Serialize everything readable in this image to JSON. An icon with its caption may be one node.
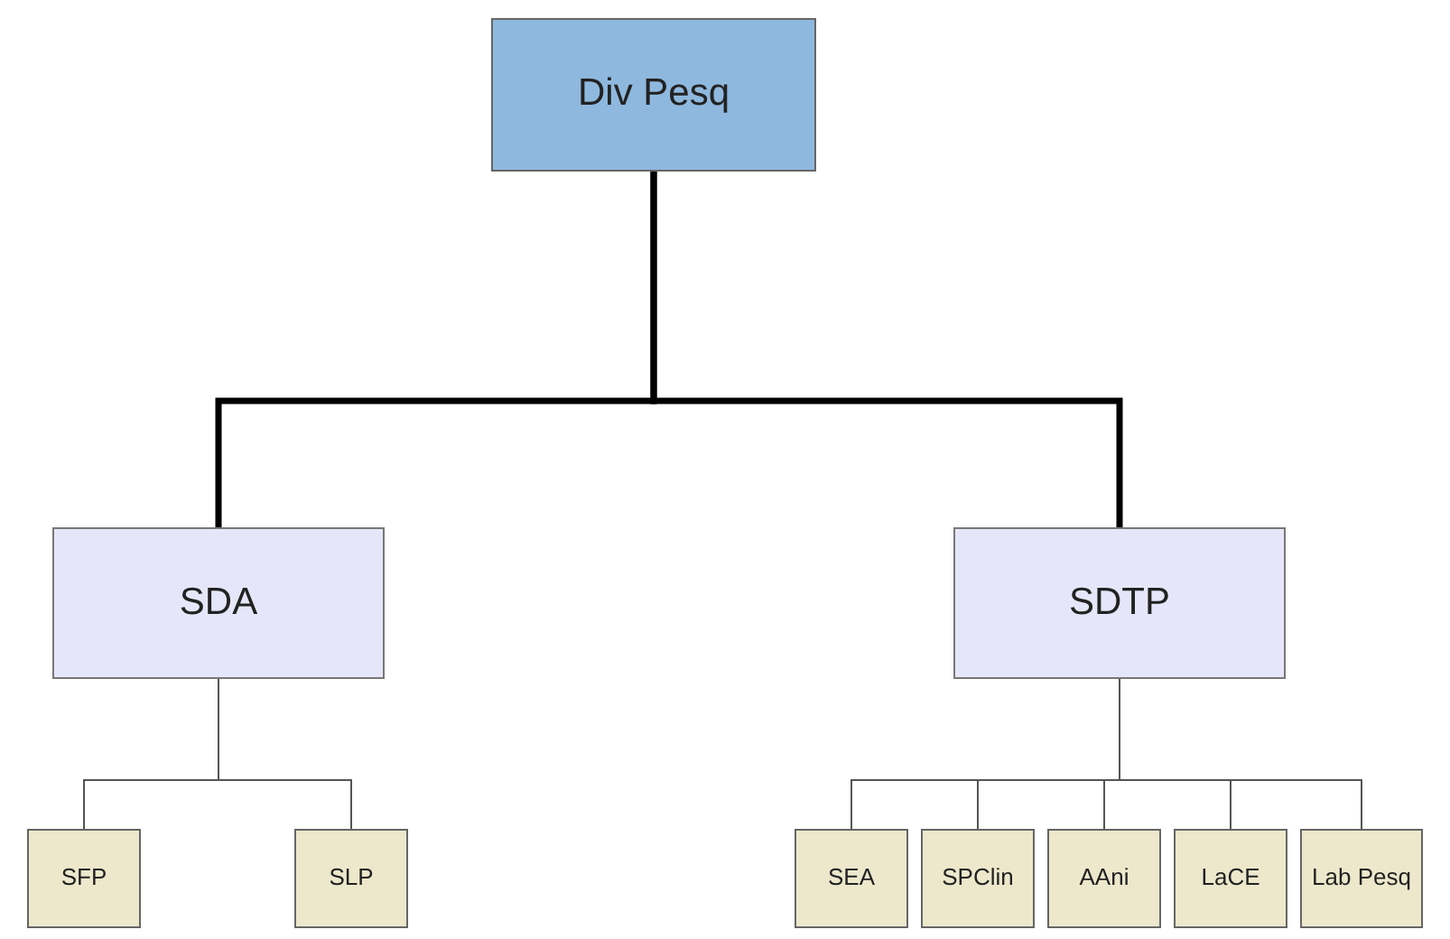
{
  "diagram": {
    "nodes": [
      {
        "text": [
          "Div Pesq"
        ]
      },
      {
        "text": [
          "SDA"
        ]
      },
      {
        "text": [
          "SDTP"
        ]
      },
      {
        "text": [
          "SFP"
        ]
      },
      {
        "text": [
          "SLP"
        ]
      },
      {
        "text": [
          "SEA"
        ]
      },
      {
        "text": [
          "SPClin"
        ]
      },
      {
        "text": [
          "AAni"
        ]
      },
      {
        "text": [
          "LaCE"
        ]
      },
      {
        "text": [
          "Lab Pesq"
        ]
      }
    ],
    "edges": [
      {
        "from": 0,
        "to": 1,
        "arrow": "none",
        "style": "thick",
        "color": "#000000"
      },
      {
        "from": 0,
        "to": 2,
        "arrow": "none",
        "style": "thick",
        "color": "#000000"
      },
      {
        "from": 1,
        "to": 3,
        "arrow": "none"
      },
      {
        "from": 1,
        "to": 4,
        "arrow": "none"
      },
      {
        "from": 2,
        "to": 5,
        "arrow": "none"
      },
      {
        "from": 2,
        "to": 6,
        "arrow": "none"
      },
      {
        "from": 2,
        "to": 7,
        "arrow": "none"
      },
      {
        "from": 2,
        "to": 8,
        "arrow": "none"
      },
      {
        "from": 2,
        "to": 9,
        "arrow": "none"
      }
    ]
  }
}
